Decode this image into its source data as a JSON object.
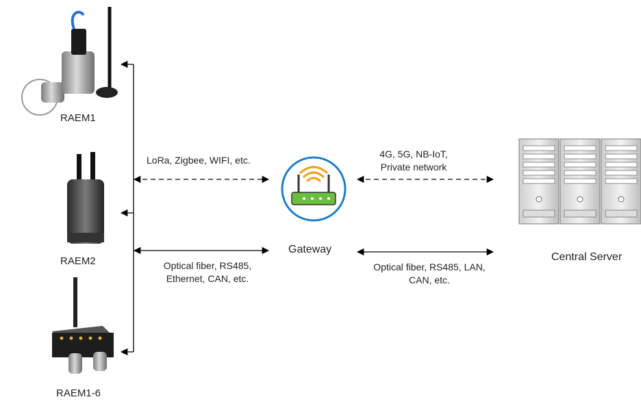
{
  "devices": [
    {
      "label": "RAEM1",
      "icon": "sensor-with-antenna-icon"
    },
    {
      "label": "RAEM2",
      "icon": "cylindrical-sensor-icon"
    },
    {
      "label": "RAEM1-6",
      "icon": "multichannel-device-icon"
    }
  ],
  "gateway": {
    "label": "Gateway",
    "icon": "router-icon"
  },
  "server": {
    "label": "Central Server",
    "icon": "server-rack-icon"
  },
  "links": {
    "wireless_left": "LoRa, Zigbee, WIFI, etc.",
    "wired_left": [
      "Optical fiber, RS485,",
      "Ethernet, CAN, etc."
    ],
    "wireless_right": [
      "4G, 5G, NB-IoT,",
      "Private network"
    ],
    "wired_right": [
      "Optical fiber, RS485, LAN,",
      "CAN, etc."
    ]
  },
  "colors": {
    "gateway_ring": "#1e7fc4",
    "gateway_wifi": "#f0a020",
    "gateway_body": "#6bbf3a"
  }
}
